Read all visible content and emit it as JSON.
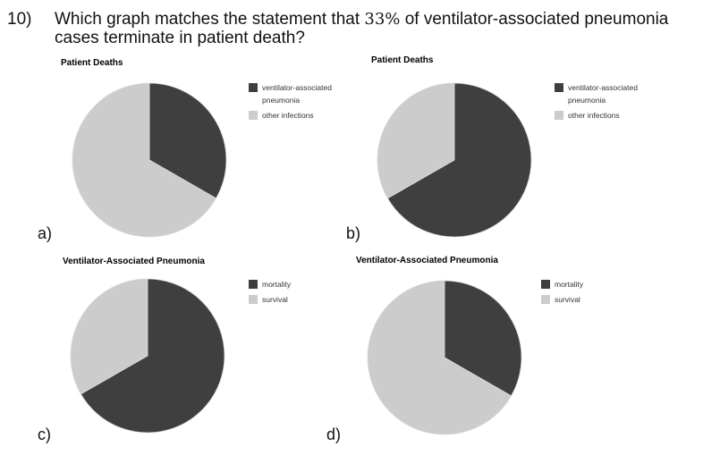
{
  "question": {
    "number": "10)",
    "text_before_value": "Which graph matches the statement that ",
    "highlighted_value": "33%",
    "text_after_value": " of ventilator-associated pneumonia cases terminate in patient death?"
  },
  "colors": {
    "dark_slice": "#3f3f3f",
    "light_slice": "#cccccc",
    "pie_edge": "#d9d9d9",
    "legend_text": "#333333"
  },
  "chart_data": [
    {
      "type": "pie",
      "option_label": "a)",
      "title": "Patient Deaths",
      "start_angle_deg": 0,
      "direction": "clockwise",
      "legend_position": "right",
      "slices": [
        {
          "label": "ventilator-associated pneumonia",
          "value": 33.3,
          "color": "#3f3f3f"
        },
        {
          "label": "other infections",
          "value": 66.7,
          "color": "#cccccc"
        }
      ]
    },
    {
      "type": "pie",
      "option_label": "b)",
      "title": "Patient Deaths",
      "start_angle_deg": 0,
      "direction": "clockwise",
      "legend_position": "right",
      "slices": [
        {
          "label": "ventilator-associated pneumonia",
          "value": 66.7,
          "color": "#3f3f3f"
        },
        {
          "label": "other infections",
          "value": 33.3,
          "color": "#cccccc"
        }
      ]
    },
    {
      "type": "pie",
      "option_label": "c)",
      "title": "Ventilator-Associated Pneumonia",
      "start_angle_deg": 0,
      "direction": "clockwise",
      "legend_position": "right",
      "slices": [
        {
          "label": "mortality",
          "value": 66.7,
          "color": "#3f3f3f"
        },
        {
          "label": "survival",
          "value": 33.3,
          "color": "#cccccc"
        }
      ]
    },
    {
      "type": "pie",
      "option_label": "d)",
      "title": "Ventilator-Associated Pneumonia",
      "start_angle_deg": 0,
      "direction": "clockwise",
      "legend_position": "right",
      "slices": [
        {
          "label": "mortality",
          "value": 33.3,
          "color": "#3f3f3f"
        },
        {
          "label": "survival",
          "value": 66.7,
          "color": "#cccccc"
        }
      ]
    }
  ]
}
